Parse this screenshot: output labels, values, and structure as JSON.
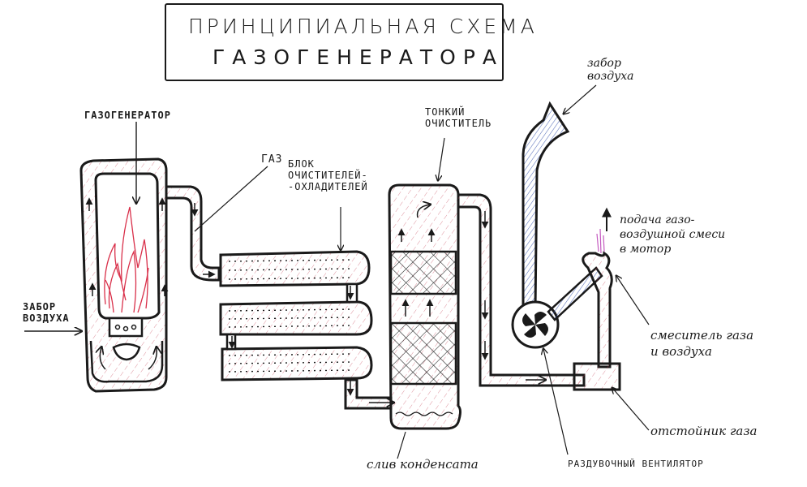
{
  "title": {
    "line1": "ПРИНЦИПИАЛЬНАЯ  СХЕМА",
    "line2": "ГАЗОГЕНЕРАТОРА"
  },
  "labels": {
    "gasifier": "ГАЗОГЕНЕРАТОР",
    "air_intake_left": "ЗАБОР\nВОЗДУХА",
    "gas": "ГАЗ",
    "cooler_block": "БЛОК\nОЧИСТИТЕЛЕЙ-\n-ОХЛАДИТЕЛЕЙ",
    "fine_filter": "ТОНКИЙ\nОЧИСТИТЕЛЬ",
    "air_intake_right": "забор\nвоздуха",
    "mixture_supply": "подача газо-\nвоздушной смеси\nв мотор",
    "mixer": "смеситель газа\nи воздуха",
    "settler": "отстойник газа",
    "condensate_drain": "слив конденсата",
    "blower_fan": "РАЗДУВОЧНЫЙ ВЕНТИЛЯТОР"
  },
  "colors": {
    "ink": "#1a1a1a",
    "gas_hatch": "#c23a4e",
    "flame": "#d9304a",
    "air_hatch": "#2b4aa8",
    "mix_flame": "#c45ac0"
  }
}
